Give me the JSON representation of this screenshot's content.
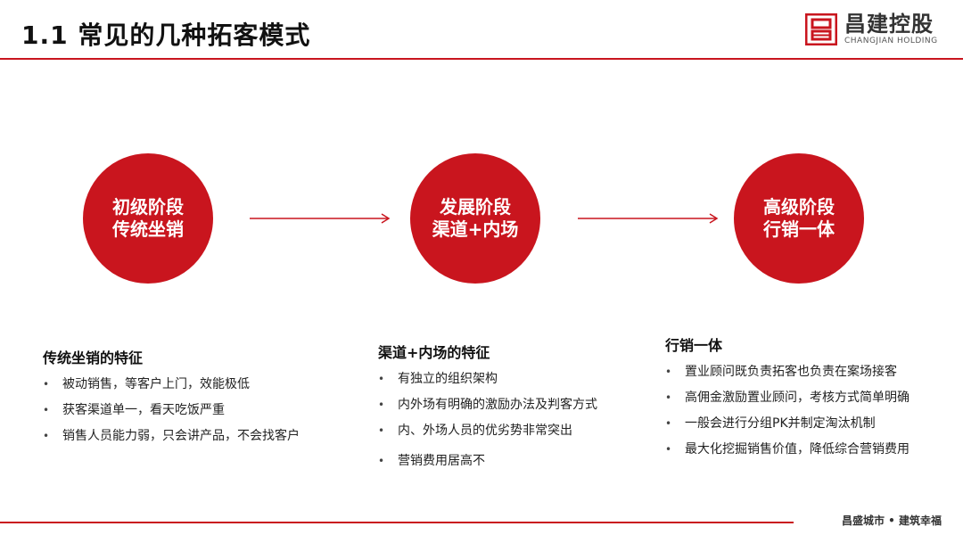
{
  "header": {
    "title": "1.1 常见的几种拓客模式",
    "logo_name": "昌建控股",
    "logo_sub": "CHANGJIAN HOLDING"
  },
  "colors": {
    "accent": "#c9151e"
  },
  "stages": [
    {
      "line1": "初级阶段",
      "line2": "传统坐销"
    },
    {
      "line1": "发展阶段",
      "line2": "渠道+内场"
    },
    {
      "line1": "高级阶段",
      "line2": "行销一体"
    }
  ],
  "sections": [
    {
      "title": "传统坐销的特征",
      "items": [
        "被动销售，等客户上门，效能极低",
        "获客渠道单一，看天吃饭严重",
        "销售人员能力弱，只会讲产品，不会找客户"
      ]
    },
    {
      "title": "渠道+内场的特征",
      "items": [
        "有独立的组织架构",
        "内外场有明确的激励办法及判客方式",
        "内、外场人员的优劣势非常突出",
        "营销费用居高不"
      ]
    },
    {
      "title": "行销一体",
      "items": [
        "置业顾问既负责拓客也负责在案场接客",
        "高佣金激励置业顾问，考核方式简单明确",
        "一般会进行分组PK并制定淘汰机制",
        "最大化挖掘销售价值，降低综合营销费用"
      ]
    }
  ],
  "footer": {
    "slogan": "昌盛城市 • 建筑幸福"
  }
}
